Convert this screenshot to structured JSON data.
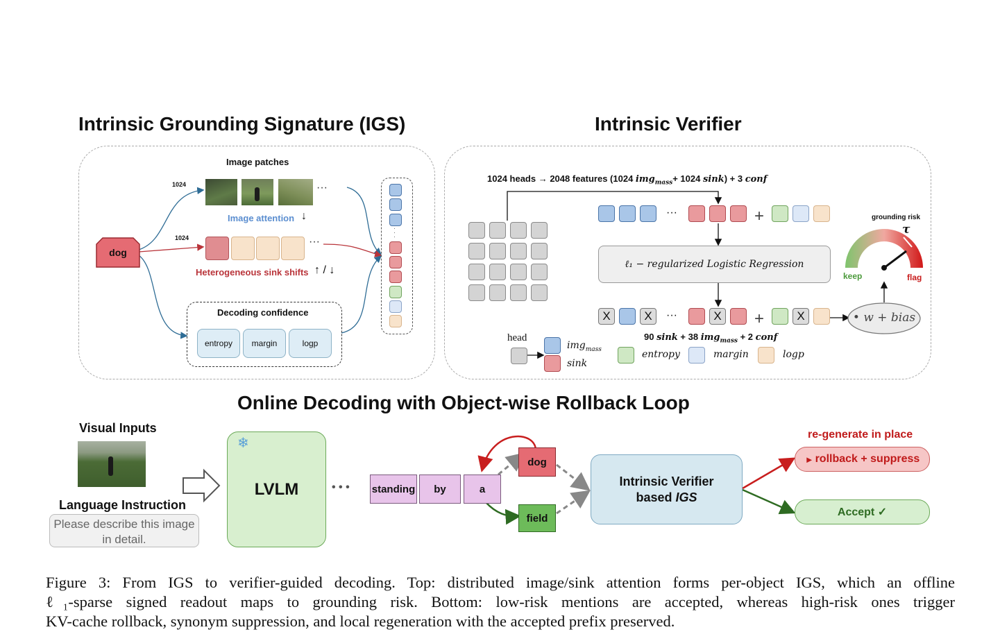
{
  "titles": {
    "igs": "Intrinsic Grounding Signature (IGS)",
    "verifier": "Intrinsic Verifier",
    "online": "Online Decoding with Object-wise Rollback Loop"
  },
  "igs_panel": {
    "image_patches": "Image patches",
    "dim_top": "1024",
    "dim_mid": "1024",
    "ellipsis": "···",
    "token": "dog",
    "image_attention": "Image attention",
    "image_attention_arrow": "↓",
    "sink_shifts": "Heterogeneous sink shifts",
    "sink_arrows": "↑ / ↓",
    "decoding_confidence": "Decoding confidence",
    "conf_items": [
      "entropy",
      "margin",
      "logp"
    ]
  },
  "verifier_panel": {
    "features_prefix": "1024 heads → 2048 features (1024 ",
    "img_mass": "img",
    "img_mass_sub": "mass",
    "features_mid": "+ 1024 ",
    "sink_word": "sink",
    "features_suffix": ") + 3 ",
    "conf_word": "conf",
    "regression": "ℓ₁ − regularized Logistic Regression",
    "x_mark": "X",
    "selected_prefix": "90 ",
    "selected_mid1": " + 38 ",
    "selected_mid2": " + 2 ",
    "wbias": "• w + bias",
    "grounding_risk": "grounding risk",
    "tau": "τ",
    "keep": "keep",
    "flag": "flag",
    "legend": {
      "head": "head",
      "img_mass": "img",
      "img_mass_sub": "mass",
      "sink": "sink",
      "entropy": "entropy",
      "margin": "margin",
      "logp": "logp"
    }
  },
  "online_panel": {
    "visual_inputs": "Visual Inputs",
    "language_instruction": "Language Instruction",
    "prompt": "Please describe this image in detail.",
    "lvlm": "LVLM",
    "snowflake": "❄",
    "dots": "• • •",
    "tokens": [
      "standing",
      "by",
      "a"
    ],
    "cand_dog": "dog",
    "cand_field": "field",
    "verifier_line1": "Intrinsic Verifier",
    "verifier_line2a": "based ",
    "verifier_line2b": "IGS",
    "regenerate": "re-generate in place",
    "rollback": "rollback + suppress",
    "accept": "Accept ✓"
  },
  "caption": {
    "line1": "Figure 3: From IGS to verifier-guided decoding. Top: distributed image/sink attention forms per-object IGS, which an offline",
    "line2": "ℓ₁-sparse signed readout maps to grounding risk. Bottom: low-risk mentions are accepted, whereas high-risk ones trigger",
    "line3": "KV-cache rollback, synonym suppression, and local regeneration with the accepted prefix preserved."
  },
  "colors": {
    "token_red": "#e56b73",
    "accept_green": "#d7efd0",
    "rollback_red": "#f6c6c6",
    "lvlm_green": "#d8efcf",
    "verifier_blue": "#d6e8f0",
    "arrow_red": "#c81e1e",
    "arrow_green": "#2e6b22"
  },
  "icons": [
    "snowflake-icon",
    "flag-icon",
    "gauge-icon",
    "hollow-arrow-icon"
  ]
}
